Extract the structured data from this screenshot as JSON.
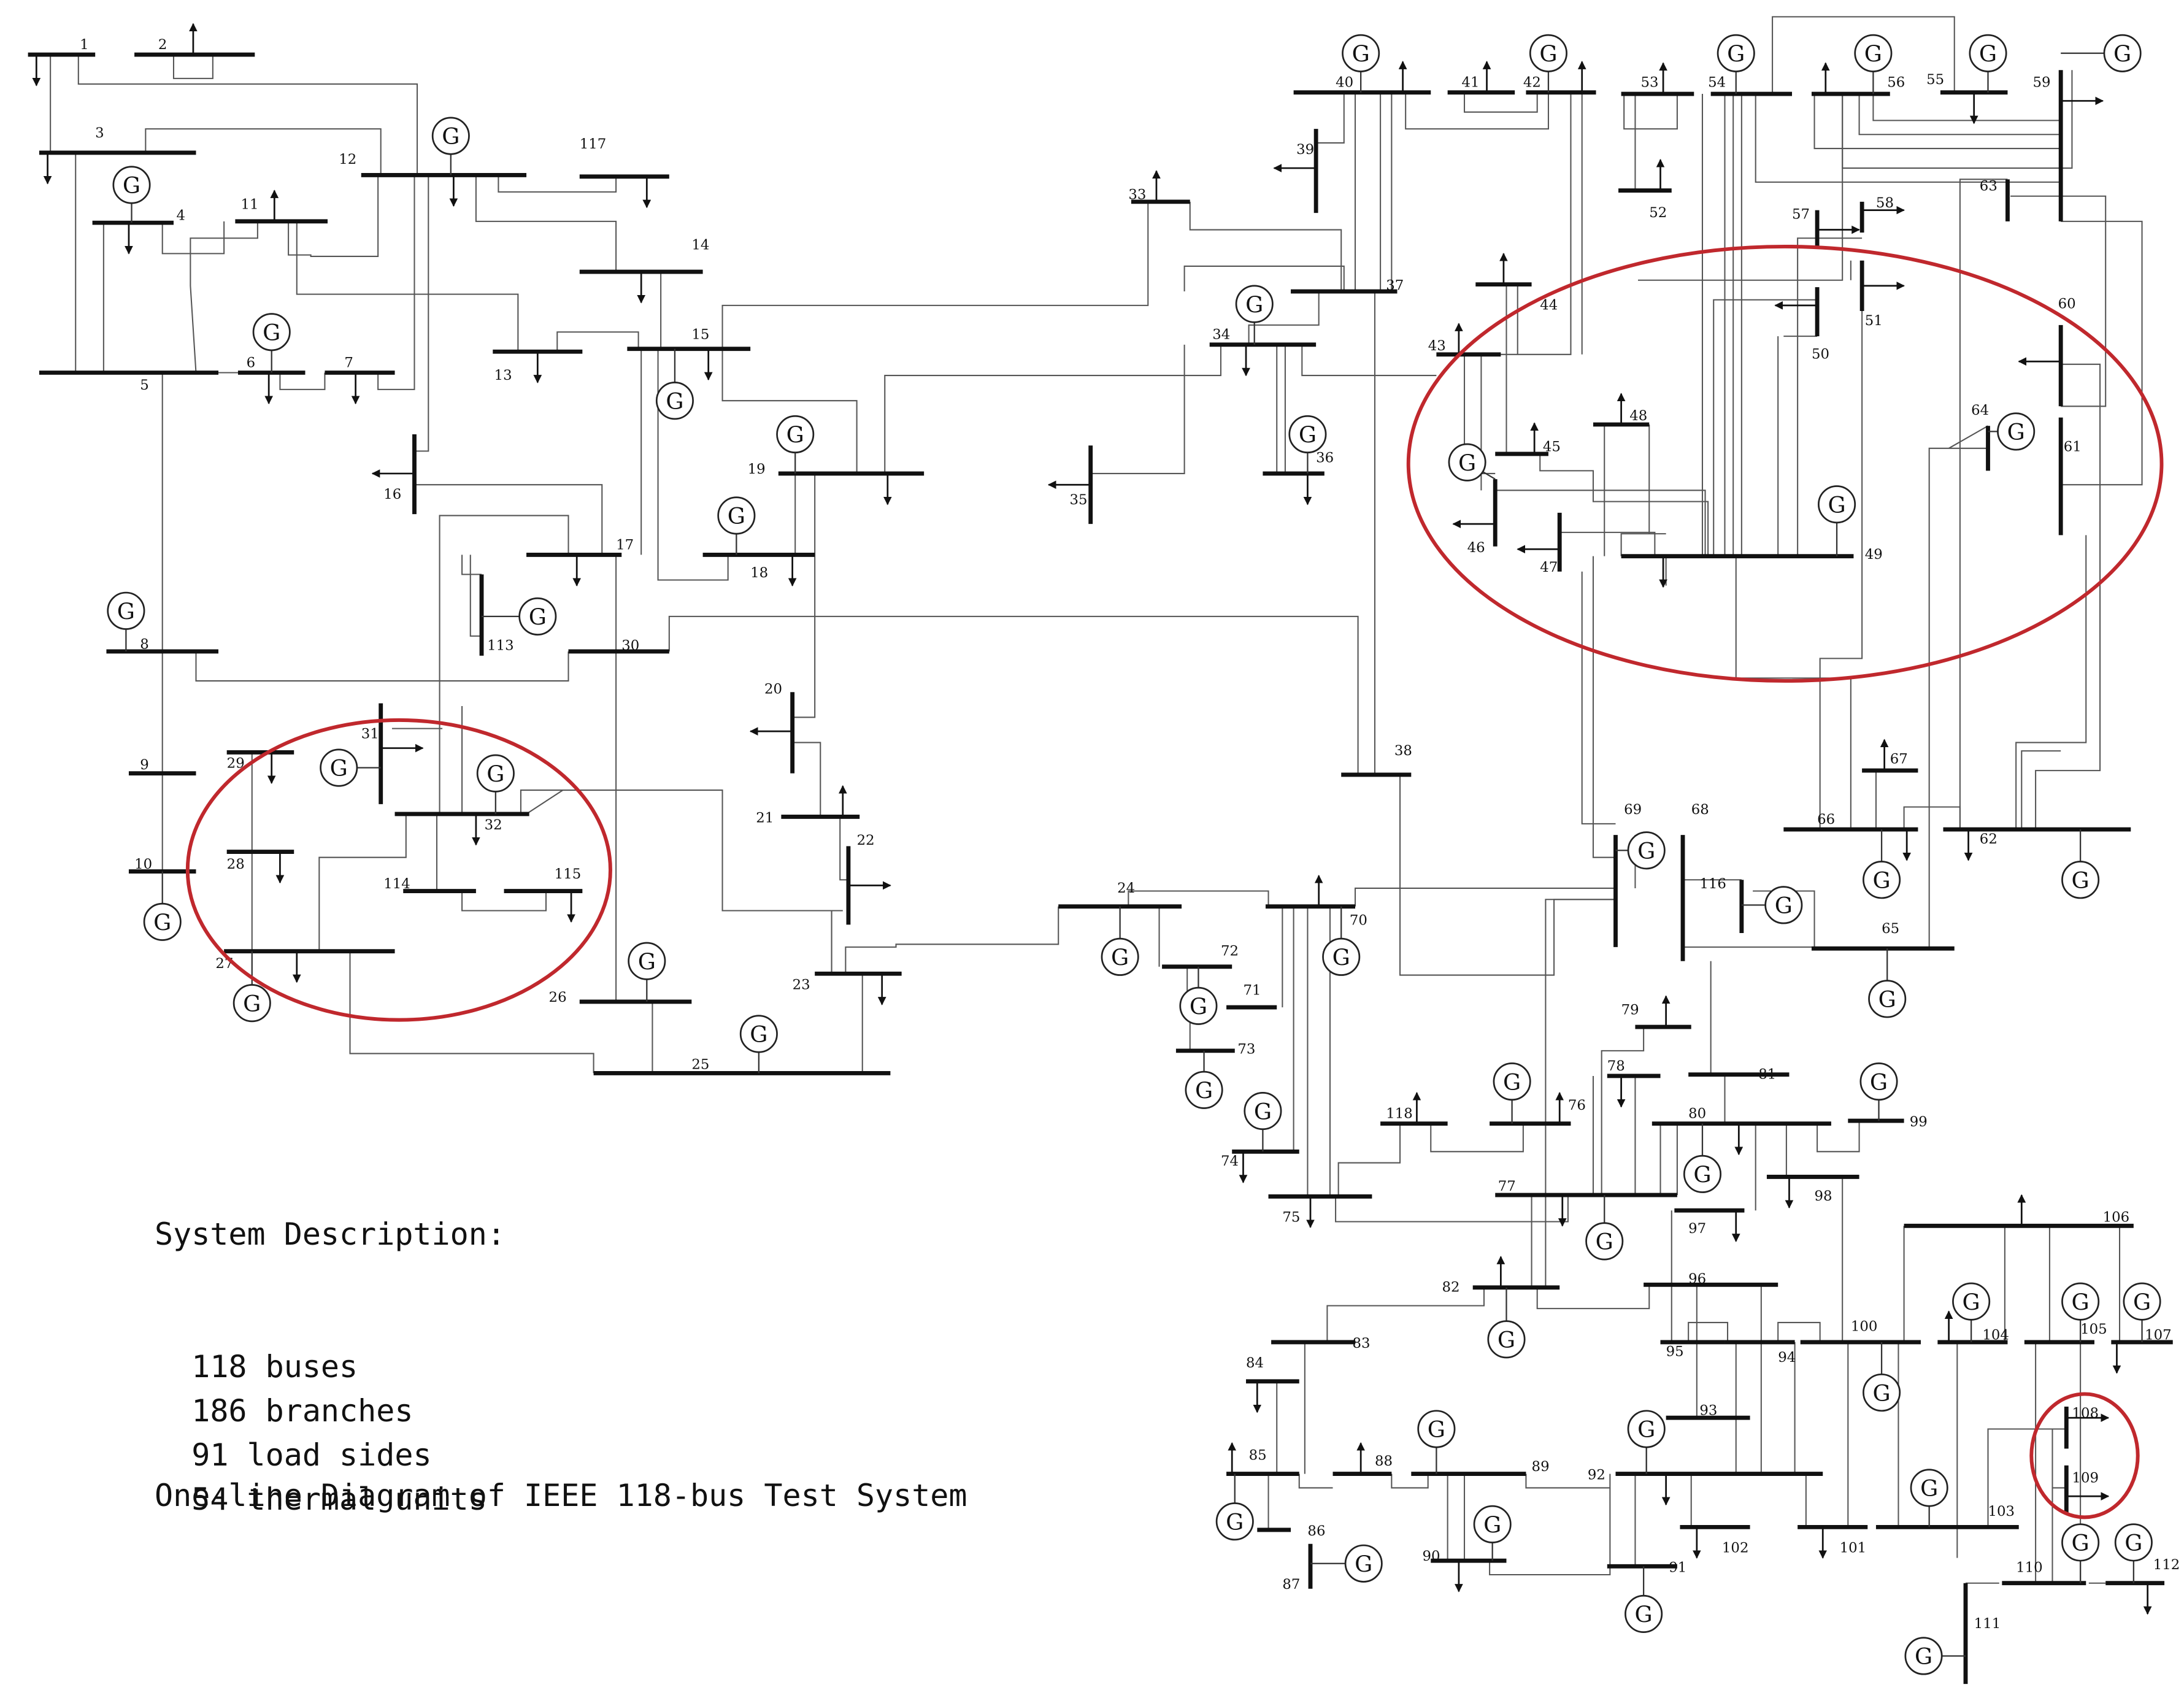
{
  "description": {
    "heading": "System Description:",
    "lines": [
      "118 buses",
      "186 branches",
      "91 load sides",
      "54 thermal units"
    ],
    "title": "One-line Diagram of IEEE 118-bus Test System"
  },
  "generator_symbol": "G",
  "colors": {
    "bus": "#111111",
    "line": "#555555",
    "highlight": "#c0282d"
  },
  "bus_labels": {
    "b1": "1",
    "b2": "2",
    "b3": "3",
    "b4": "4",
    "b5": "5",
    "b6": "6",
    "b7": "7",
    "b8": "8",
    "b9": "9",
    "b10": "10",
    "b11": "11",
    "b12": "12",
    "b13": "13",
    "b14": "14",
    "b15": "15",
    "b16": "16",
    "b17": "17",
    "b18": "18",
    "b19": "19",
    "b20": "20",
    "b21": "21",
    "b22": "22",
    "b23": "23",
    "b24": "24",
    "b25": "25",
    "b26": "26",
    "b27": "27",
    "b28": "28",
    "b29": "29",
    "b30": "30",
    "b31": "31",
    "b32": "32",
    "b33": "33",
    "b34": "34",
    "b35": "35",
    "b36": "36",
    "b37": "37",
    "b38": "38",
    "b39": "39",
    "b40": "40",
    "b41": "41",
    "b42": "42",
    "b43": "43",
    "b44": "44",
    "b45": "45",
    "b46": "46",
    "b47": "47",
    "b48": "48",
    "b49": "49",
    "b50": "50",
    "b51": "51",
    "b52": "52",
    "b53": "53",
    "b54": "54",
    "b55": "55",
    "b56": "56",
    "b57": "57",
    "b58": "58",
    "b59": "59",
    "b60": "60",
    "b61": "61",
    "b62": "62",
    "b63": "63",
    "b64": "64",
    "b65": "65",
    "b66": "66",
    "b67": "67",
    "b68": "68",
    "b69": "69",
    "b70": "70",
    "b71": "71",
    "b72": "72",
    "b73": "73",
    "b74": "74",
    "b75": "75",
    "b76": "76",
    "b77": "77",
    "b78": "78",
    "b79": "79",
    "b80": "80",
    "b81": "81",
    "b82": "82",
    "b83": "83",
    "b84": "84",
    "b85": "85",
    "b86": "86",
    "b87": "87",
    "b88": "88",
    "b89": "89",
    "b90": "90",
    "b91": "91",
    "b92": "92",
    "b93": "93",
    "b94": "94",
    "b95": "95",
    "b96": "96",
    "b97": "97",
    "b98": "98",
    "b99": "99",
    "b100": "100",
    "b101": "101",
    "b102": "102",
    "b103": "103",
    "b104": "104",
    "b105": "105",
    "b106": "106",
    "b107": "107",
    "b108": "108",
    "b109": "109",
    "b110": "110",
    "b111": "111",
    "b112": "112",
    "b113": "113",
    "b114": "114",
    "b115": "115",
    "b116": "116",
    "b117": "117",
    "b118": "118"
  }
}
